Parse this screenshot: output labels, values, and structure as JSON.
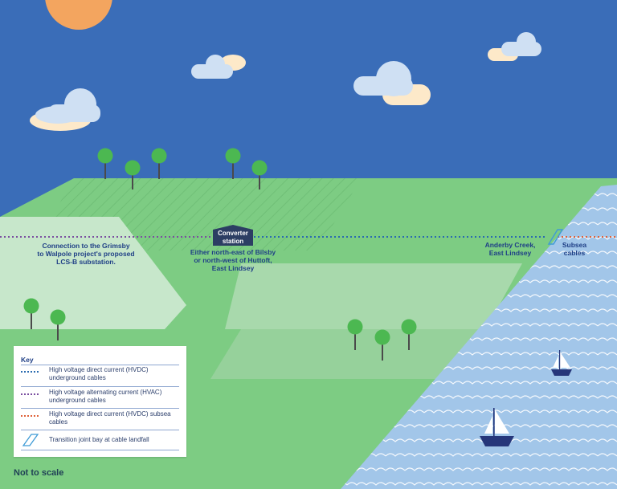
{
  "labels": {
    "grimsby": [
      "Connection to the Grimsby",
      "to Walpole project's proposed",
      "LCS-B substation."
    ],
    "converter": [
      "Converter",
      "station"
    ],
    "bilsby": [
      "Either north-east of Bilsby",
      "or north-west of Huttoft,",
      "East Lindsey"
    ],
    "anderby": [
      "Anderby Creek,",
      "East Lindsey"
    ],
    "subsea": [
      "Subsea",
      "cables"
    ]
  },
  "key": {
    "title": "Key",
    "items": [
      {
        "symbol": "dotted-line",
        "color": "#2a6bb0",
        "text": "High voltage direct current (HVDC) underground cables"
      },
      {
        "symbol": "dotted-line",
        "color": "#7a4ea0",
        "text": "High voltage alternating current (HVAC) underground cables"
      },
      {
        "symbol": "dotted-line",
        "color": "#e0623a",
        "text": "High voltage direct current (HVDC) subsea cables"
      },
      {
        "symbol": "transition-bay-icon",
        "color": "#3f9bd6",
        "text": "Transition joint bay at cable landfall"
      }
    ]
  },
  "note": "Not to scale",
  "colors": {
    "sky": "#3a6db8",
    "sun": "#f3a55f",
    "land": "#7dcc83",
    "land_pale": "#c7e7cb",
    "land_mid": "#a8d9ac",
    "sea": "#a2c6e9",
    "cloud": "#cfe0f3",
    "hvdc": "#2a6bb0",
    "hvac": "#7a4ea0",
    "subsea": "#e0623a"
  }
}
